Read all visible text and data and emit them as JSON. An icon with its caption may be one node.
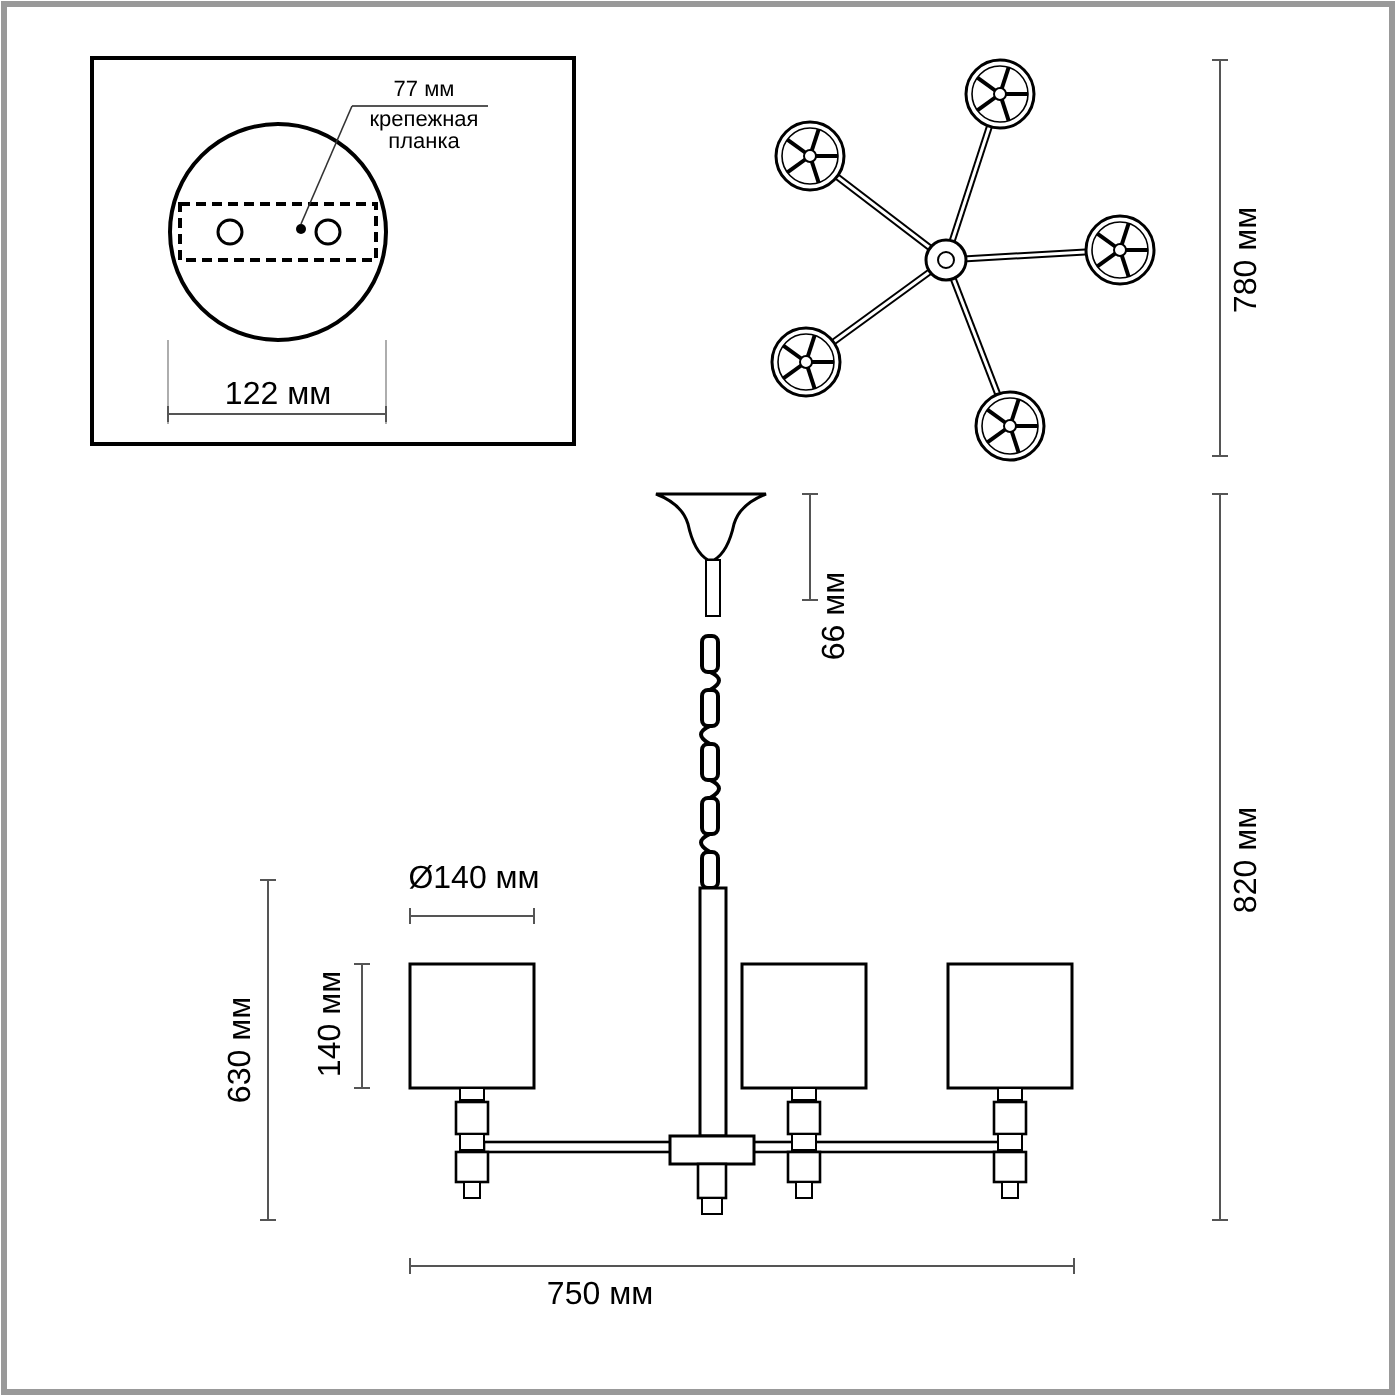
{
  "diagram": {
    "nodes": [
      {
        "text": [
          "77 мм",
          "крепежная планка"
        ]
      },
      {
        "text": [],
        "shape": "circle"
      }
    ],
    "edges": [
      {
        "from": 0,
        "to": 1,
        "arrow": "none"
      }
    ],
    "labels": [
      "122 мм",
      "780 мм",
      "66 мм",
      "820 мм",
      "Ø140 мм",
      "140 мм",
      "630 мм",
      "750 мм"
    ]
  }
}
